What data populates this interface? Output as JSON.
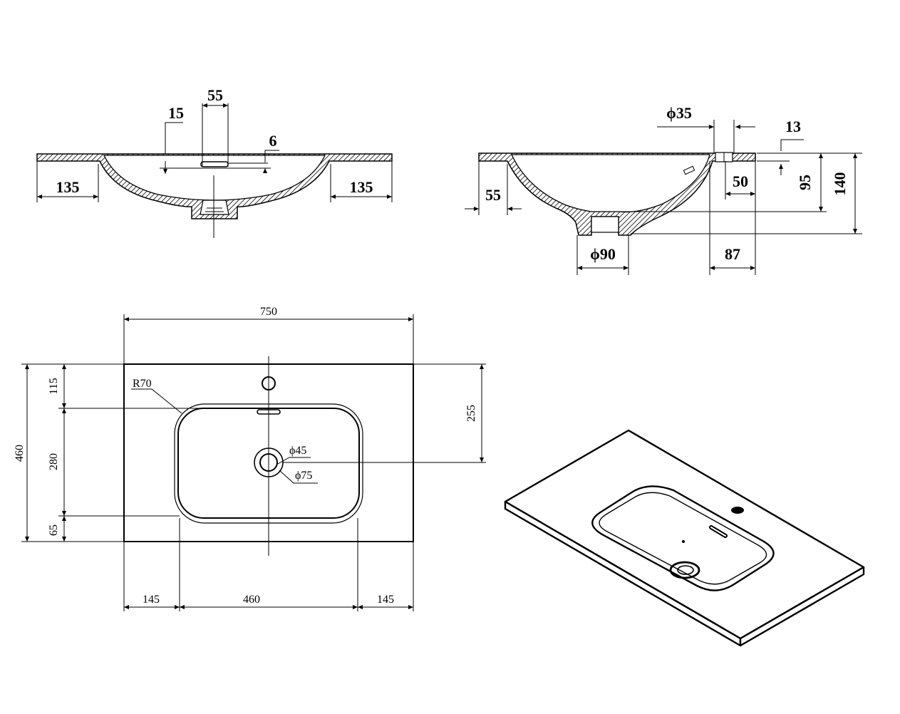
{
  "front_view": {
    "dim_faucet_width": "55",
    "dim_overflow_top": "15",
    "dim_overflow_slot": "6",
    "dim_left_ledge": "135",
    "dim_right_ledge": "135"
  },
  "side_view": {
    "dim_tap_hole": "ϕ35",
    "dim_deck_thickness": "13",
    "dim_tap_offset": "50",
    "dim_bowl_depth": "95",
    "dim_total_height": "140",
    "dim_front_ledge": "55",
    "dim_drain": "ϕ90",
    "dim_rear": "87"
  },
  "top_view": {
    "dim_total_width": "750",
    "dim_total_depth": "460",
    "dim_back_margin": "115",
    "dim_bowl_depth": "280",
    "dim_front_margin": "65",
    "dim_drain_offset": "255",
    "dim_corner_radius": "R70",
    "dim_drain_inner": "ϕ45",
    "dim_drain_outer": "ϕ75",
    "dim_left_margin": "145",
    "dim_bowl_width": "460",
    "dim_right_margin": "145"
  }
}
